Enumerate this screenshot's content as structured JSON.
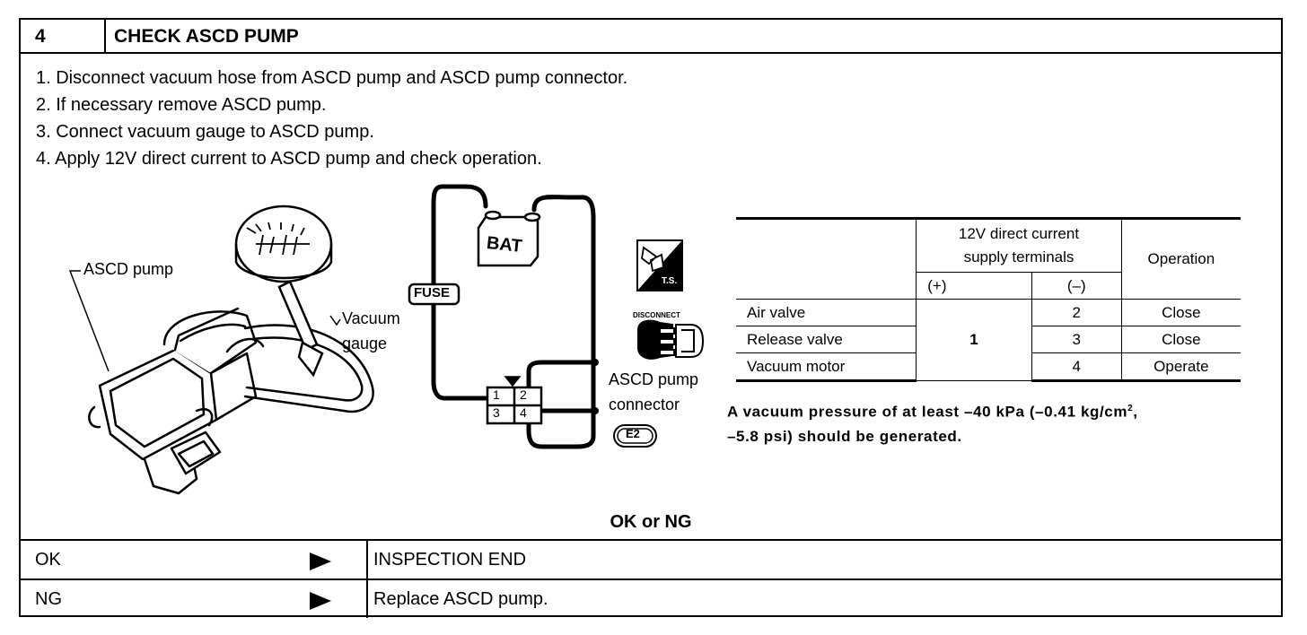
{
  "header": {
    "step_number": "4",
    "title": "CHECK ASCD PUMP"
  },
  "steps": [
    "1.  Disconnect vacuum hose from ASCD pump and ASCD pump connector.",
    "2.  If necessary remove ASCD pump.",
    "3.  Connect vacuum gauge to ASCD pump.",
    "4.  Apply 12V direct current to ASCD pump and check operation."
  ],
  "figure": {
    "pump_label": "ASCD pump",
    "gauge_label_1": "Vacuum",
    "gauge_label_2": "gauge",
    "fuse_label": "FUSE",
    "battery_label": "BAT",
    "pins": [
      "1",
      "2",
      "3",
      "4"
    ],
    "ts_label": "T.S.",
    "disconnect_label": "DISCONNECT",
    "connector_label_1": "ASCD pump",
    "connector_label_2": "connector",
    "connector_code": "E2"
  },
  "spec_table": {
    "header_terminals_1": "12V direct current",
    "header_terminals_2": "supply terminals",
    "header_operation": "Operation",
    "header_plus": "(+)",
    "header_minus": "(–)",
    "plus_terminal": "1",
    "rows": [
      {
        "name": "Air valve",
        "minus": "2",
        "operation": "Close"
      },
      {
        "name": "Release valve",
        "minus": "3",
        "operation": "Close"
      },
      {
        "name": "Vacuum motor",
        "minus": "4",
        "operation": "Operate"
      }
    ]
  },
  "note": {
    "line1_a": "A vacuum pressure of at least –40 kPa (–0.41 kg/cm",
    "line1_sup": "2",
    "line1_b": ",",
    "line2": "–5.8 psi) should be generated."
  },
  "ok_ng": "OK or NG",
  "results": [
    {
      "key": "OK",
      "value": "INSPECTION END"
    },
    {
      "key": "NG",
      "value": "Replace ASCD pump."
    }
  ]
}
